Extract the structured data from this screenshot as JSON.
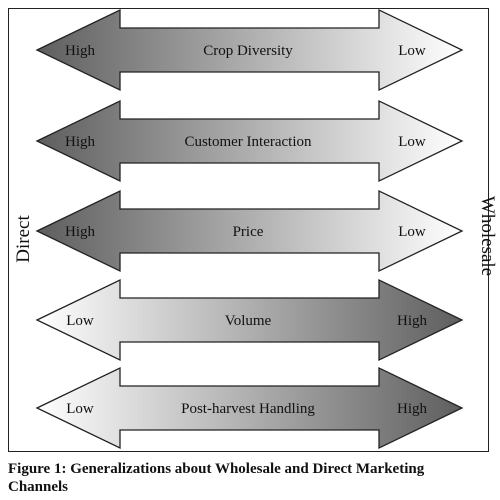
{
  "side_labels": {
    "left": "Direct",
    "right": "Wholesale"
  },
  "arrows": [
    {
      "label": "Crop Diversity",
      "left_text": "High",
      "right_text": "Low",
      "dark_side": "left"
    },
    {
      "label": "Customer Interaction",
      "left_text": "High",
      "right_text": "Low",
      "dark_side": "left"
    },
    {
      "label": "Price",
      "left_text": "High",
      "right_text": "Low",
      "dark_side": "left"
    },
    {
      "label": "Volume",
      "left_text": "Low",
      "right_text": "High",
      "dark_side": "right"
    },
    {
      "label": "Post-harvest Handling",
      "left_text": "Low",
      "right_text": "High",
      "dark_side": "right"
    }
  ],
  "caption": "Figure 1: Generalizations about Wholesale and Direct Marketing Channels",
  "colors": {
    "dark": "#5e5e5e",
    "light": "#ffffff",
    "stroke": "#222222"
  }
}
